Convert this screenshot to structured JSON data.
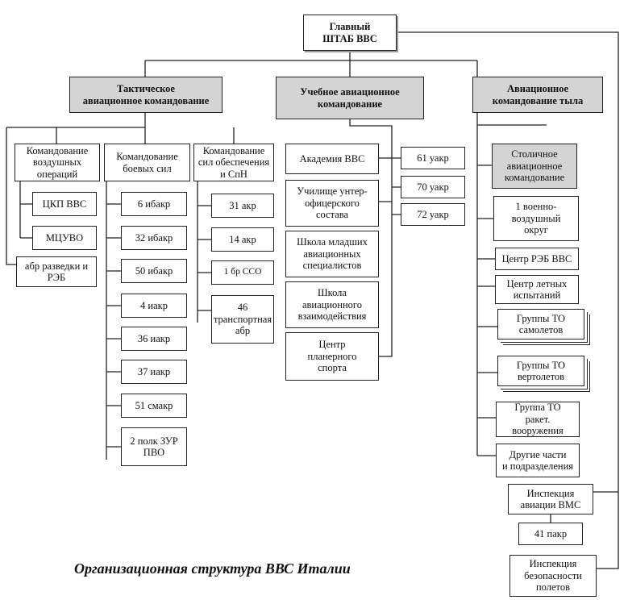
{
  "title": "Организационная структура ВВС Италии",
  "hq": "Главный\nШТАБ ВВС",
  "commands": {
    "tactical": "Тактическое\nавиационное командование",
    "training": "Учебное авиационное\nкомандование",
    "logistics": "Авиационное\nкомандование тыла"
  },
  "tactical": {
    "air_ops": "Командование\nвоздушных\nопераций",
    "combat": "Командование\nбоевых сил",
    "support": "Командование\nсил обеспечения\nи СпН",
    "air_ops_units": [
      "ЦКП ВВС",
      "МЦУВО"
    ],
    "recon": "абр разведки и\nРЭБ",
    "combat_units": [
      "6 ибакр",
      "32 ибакр",
      "50 ибакр",
      "4 иакр",
      "36 иакр",
      "37 иакр",
      "51 смакр",
      "2 полк ЗУР\nПВО"
    ],
    "support_units": [
      "31 акр",
      "14 акр",
      "1 бр ССО",
      "46\nтранспортная\nабр"
    ]
  },
  "training": {
    "schools": [
      "Академия ВВС",
      "Училище унтер-\nофицерского\nсостава",
      "Школа младших\nавиационных\nспециалистов",
      "Школа\nавиационного\nвзаимодействия",
      "Центр\nпланерного\nспорта"
    ],
    "wings": [
      "61 уакр",
      "70 уакр",
      "72 уакр"
    ]
  },
  "logistics": {
    "capital": "Столичное\nавиационное\nкомандование",
    "units": [
      "1 военно-\nвоздушный\nокруг",
      "Центр РЭБ ВВС",
      "Центр летных\nиспытаний",
      "Группы ТО\nсамолетов",
      "Группы ТО\nвертолетов",
      "Группа ТО\nракет.\nвооружения",
      "Другие части\nи подразделения"
    ]
  },
  "navy_inspection": "Инспекция\nавиации ВМС",
  "navy_wing": "41 пакр",
  "safety_inspection": "Инспекция\nбезопасности\nполетов"
}
